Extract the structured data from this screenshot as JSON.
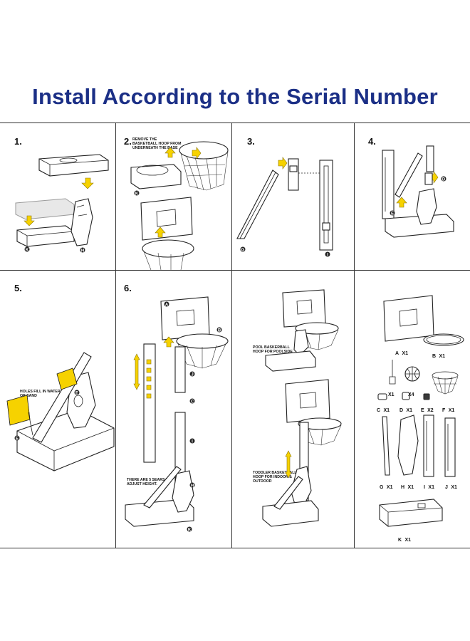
{
  "header": {
    "title": "Install According to the Serial Number"
  },
  "steps": [
    {
      "number": "1."
    },
    {
      "number": "2.",
      "note": "REMOVE THE BASKETBALL HOOP FROM UNDERNEATH THE BASE"
    },
    {
      "number": "3."
    },
    {
      "number": "4."
    },
    {
      "number": "5.",
      "note": "HOLES FILL IN WATER OR SAND"
    },
    {
      "number": "6.",
      "note": "THERE ARE 5 SEARS TO ADJUST HEIGHT."
    }
  ],
  "configs": {
    "pool_note": "POOL BASKERBALL HOOP FOR POOLSIDE",
    "toddler_note": "TODDLER BASKETBALL HOOP FOR INDOOR & OUTDOOR"
  },
  "parts": [
    {
      "letter": "A",
      "qty": "X1"
    },
    {
      "letter": "B",
      "qty": "X1"
    },
    {
      "letter": "",
      "qty": "X1"
    },
    {
      "letter": "",
      "qty": "X4"
    },
    {
      "letter": "C",
      "qty": "X1"
    },
    {
      "letter": "D",
      "qty": "X1"
    },
    {
      "letter": "E",
      "qty": "X2"
    },
    {
      "letter": "F",
      "qty": "X1"
    },
    {
      "letter": "G",
      "qty": "X1"
    },
    {
      "letter": "H",
      "qty": "X1"
    },
    {
      "letter": "I",
      "qty": "X1"
    },
    {
      "letter": "J",
      "qty": "X1"
    },
    {
      "letter": "K",
      "qty": "X1"
    }
  ],
  "colors": {
    "title": "#1b2f86",
    "accent": "#f6d200",
    "line": "#222222"
  }
}
